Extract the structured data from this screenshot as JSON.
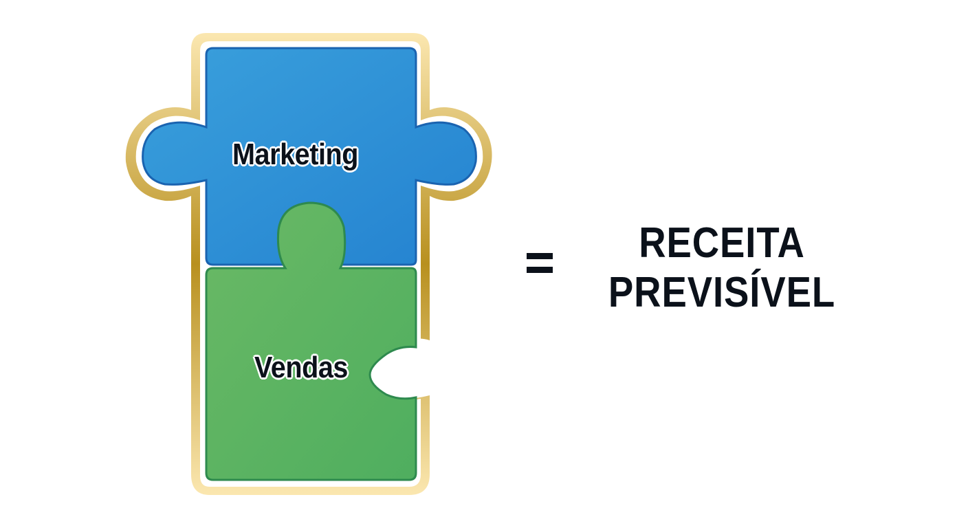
{
  "diagram": {
    "pieces": [
      {
        "label": "Marketing",
        "color": "#2f8fd8"
      },
      {
        "label": "Vendas",
        "color": "#5bb362"
      }
    ],
    "operator": "=",
    "result": {
      "line1": "RECEITA",
      "line2": "PREVISÍVEL"
    },
    "colors": {
      "border_gold": "#d9b65a",
      "text": "#0b111a"
    }
  }
}
